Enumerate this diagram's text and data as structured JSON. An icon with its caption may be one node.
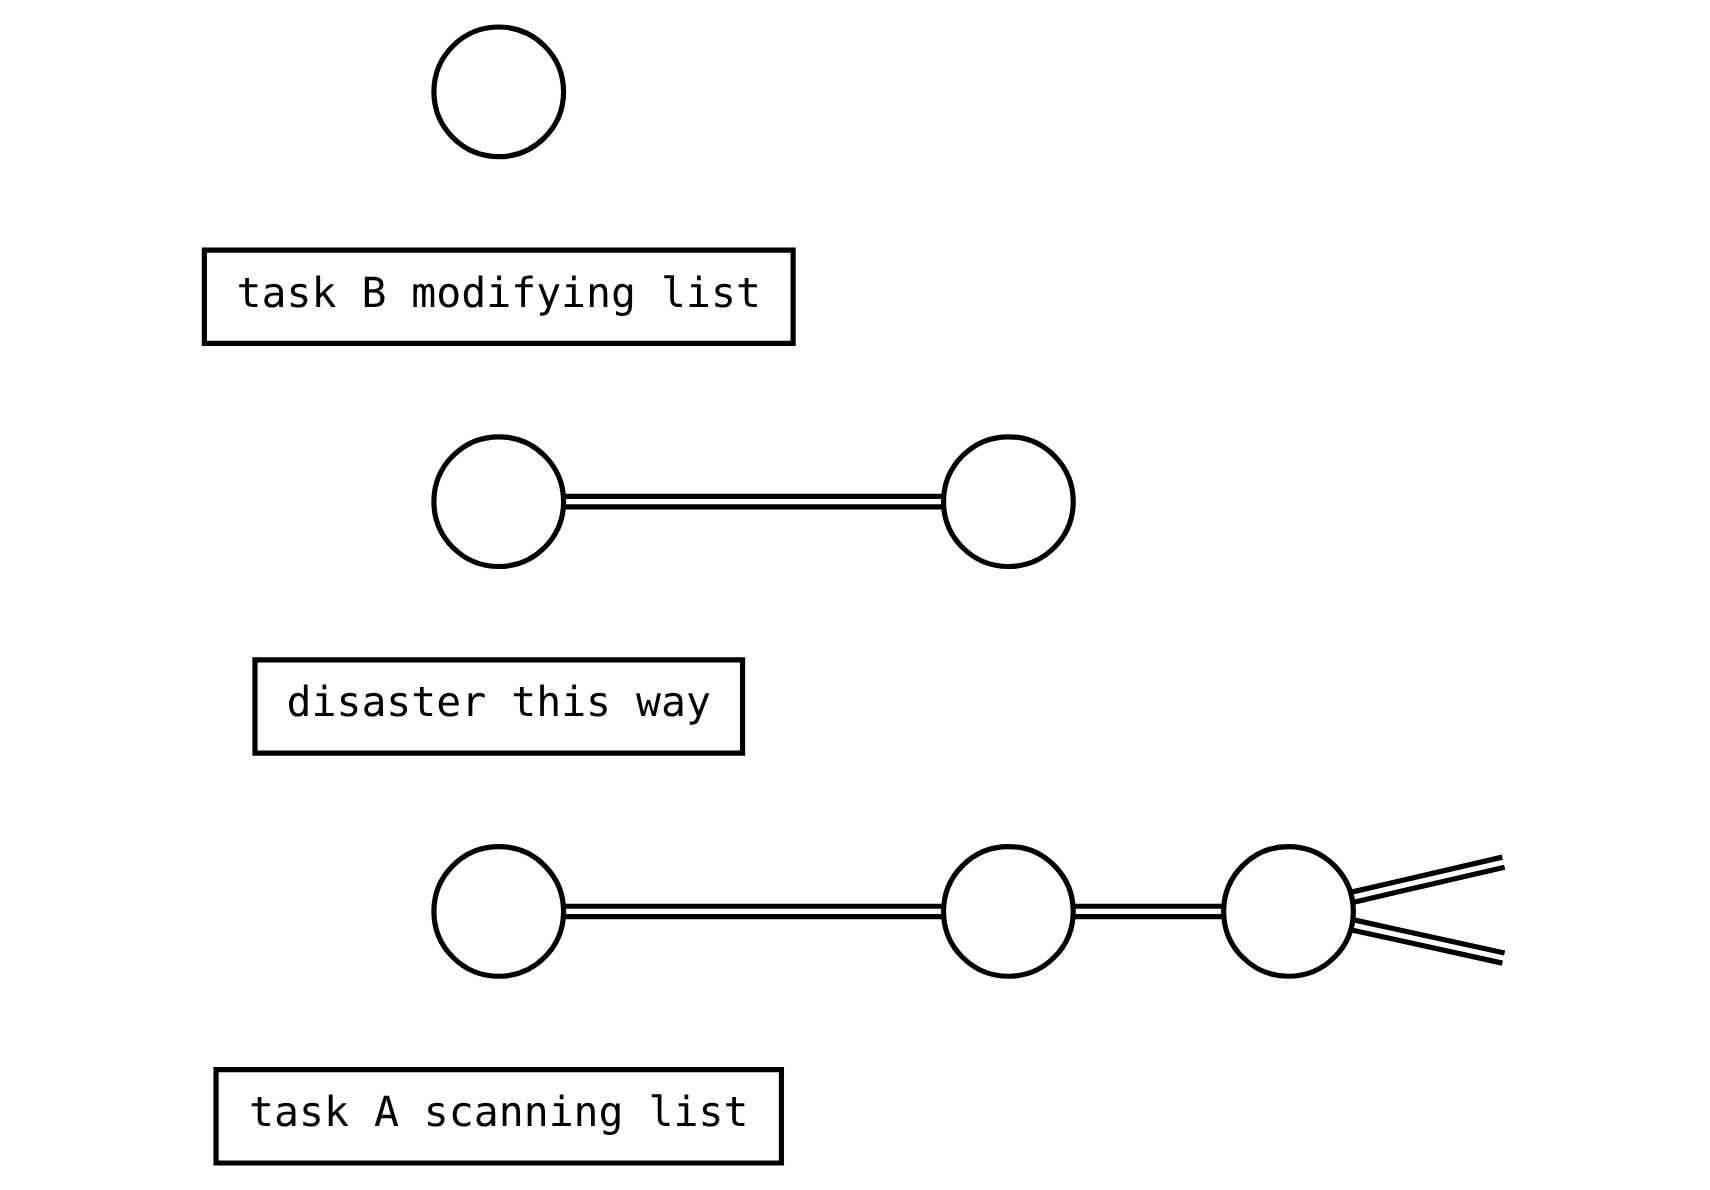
{
  "diagram": {
    "nodes": [
      {
        "text": [
          "task A scanning list"
        ]
      },
      {
        "text": [],
        "shape": "circle"
      },
      {
        "text": [],
        "shape": "circle"
      },
      {
        "text": [
          "disaster this way"
        ]
      },
      {
        "text": [],
        "shape": "circle"
      },
      {
        "text": [],
        "shape": "circle"
      },
      {
        "text": [
          "task B modifying list"
        ]
      },
      {
        "text": [],
        "shape": "circle"
      },
      {
        "text": [],
        "shape": "circle"
      }
    ],
    "edges": [
      {
        "from": 1,
        "to": 2,
        "arrow": "none"
      },
      {
        "from": 2,
        "to": 4,
        "arrow": "none"
      },
      {
        "from": 4,
        "to": null,
        "arrow": "none"
      },
      {
        "from": 4,
        "to": null,
        "arrow": "none"
      },
      {
        "from": 5,
        "to": 8,
        "arrow": "none"
      }
    ]
  }
}
